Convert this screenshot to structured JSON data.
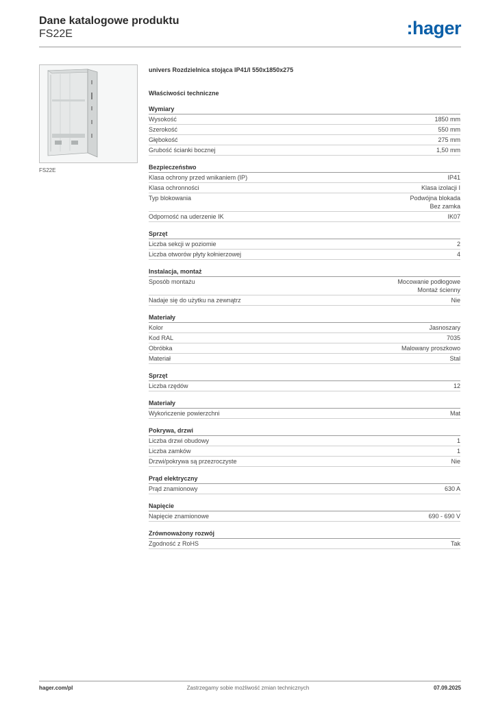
{
  "header": {
    "title": "Dane katalogowe produktu",
    "product_code": "FS22E",
    "logo": ":hager"
  },
  "image": {
    "caption": "FS22E"
  },
  "product_line": "univers Rozdzielnica stojąca IP41/I 550x1850x275",
  "properties_title": "Właściwości techniczne",
  "sections": [
    {
      "title": "Wymiary",
      "rows": [
        {
          "k": "Wysokość",
          "v": "1850 mm"
        },
        {
          "k": "Szerokość",
          "v": "550 mm"
        },
        {
          "k": "Głębokość",
          "v": "275 mm"
        },
        {
          "k": "Grubość ścianki bocznej",
          "v": "1,50 mm"
        }
      ]
    },
    {
      "title": "Bezpieczeństwo",
      "rows": [
        {
          "k": "Klasa ochrony przed wnikaniem (IP)",
          "v": "IP41"
        },
        {
          "k": "Klasa ochronności",
          "v": "Klasa izolacji I"
        },
        {
          "k": "Typ blokowania",
          "v": "Podwójna blokada\nBez zamka"
        },
        {
          "k": "Odporność na uderzenie IK",
          "v": "IK07"
        }
      ]
    },
    {
      "title": "Sprzęt",
      "rows": [
        {
          "k": "Liczba sekcji w poziomie",
          "v": "2"
        },
        {
          "k": "Liczba otworów płyty kołnierzowej",
          "v": "4"
        }
      ]
    },
    {
      "title": "Instalacja, montaż",
      "rows": [
        {
          "k": "Sposób montażu",
          "v": "Mocowanie podłogowe\nMontaż ścienny"
        },
        {
          "k": "Nadaje się do użytku na zewnątrz",
          "v": "Nie"
        }
      ]
    },
    {
      "title": "Materiały",
      "rows": [
        {
          "k": "Kolor",
          "v": "Jasnoszary"
        },
        {
          "k": "Kod RAL",
          "v": "7035"
        },
        {
          "k": "Obróbka",
          "v": "Malowany proszkowo"
        },
        {
          "k": "Materiał",
          "v": "Stal"
        }
      ]
    },
    {
      "title": "Sprzęt",
      "rows": [
        {
          "k": "Liczba rzędów",
          "v": "12"
        }
      ]
    },
    {
      "title": "Materiały",
      "rows": [
        {
          "k": "Wykończenie powierzchni",
          "v": "Mat"
        }
      ]
    },
    {
      "title": "Pokrywa, drzwi",
      "rows": [
        {
          "k": "Liczba drzwi obudowy",
          "v": "1"
        },
        {
          "k": "Liczba zamków",
          "v": "1"
        },
        {
          "k": "Drzwi/pokrywa są przezroczyste",
          "v": "Nie"
        }
      ]
    },
    {
      "title": "Prąd elektryczny",
      "rows": [
        {
          "k": "Prąd znamionowy",
          "v": "630 A"
        }
      ]
    },
    {
      "title": "Napięcie",
      "rows": [
        {
          "k": "Napięcie znamionowe",
          "v": "690 - 690 V"
        }
      ]
    },
    {
      "title": "Zrównoważony rozwój",
      "rows": [
        {
          "k": "Zgodność z RoHS",
          "v": "Tak"
        }
      ]
    }
  ],
  "footer": {
    "left": "hager.com/pl",
    "center": "Zastrzegamy sobie możliwość zmian technicznych",
    "right": "07.09.2025"
  },
  "colors": {
    "brand": "#0b5fa8",
    "rule": "#9a9a9a"
  }
}
